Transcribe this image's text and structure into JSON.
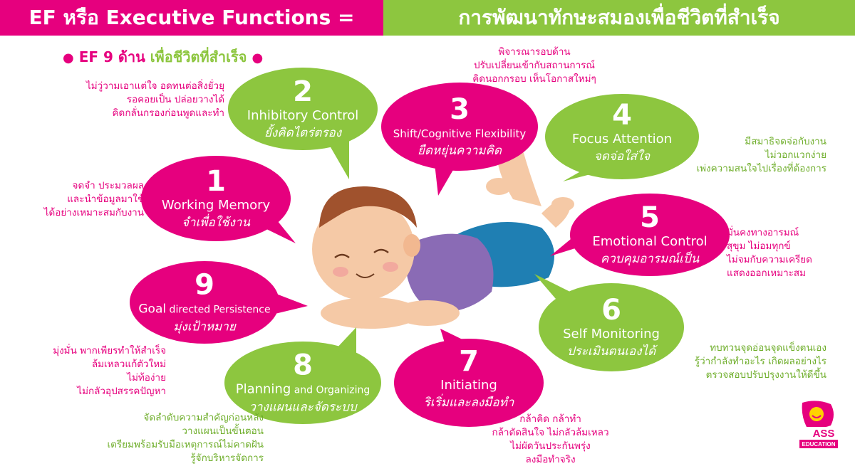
{
  "header": {
    "left_title": "EF หรือ Executive Functions =",
    "right_title": "การพัฒนาทักษะสมองเพื่อชีวิตที่สำเร็จ"
  },
  "subtitle": {
    "part1": "EF 9 ด้าน",
    "part2": "เพื่อชีวิตที่สำเร็จ"
  },
  "colors": {
    "pink": "#e6007e",
    "green": "#8dc63f"
  },
  "bubbles": [
    {
      "num": "1",
      "en": "Working Memory",
      "th": "จำเพื่อใช้งาน",
      "color": "pink"
    },
    {
      "num": "2",
      "en": "Inhibitory Control",
      "th": "ยั้งคิดไตร่ตรอง",
      "color": "green"
    },
    {
      "num": "3",
      "en": "Shift/Cognitive Flexibility",
      "th": "ยืดหยุ่นความคิด",
      "color": "pink"
    },
    {
      "num": "4",
      "en": "Focus Attention",
      "th": "จดจ่อใส่ใจ",
      "color": "green"
    },
    {
      "num": "5",
      "en": "Emotional Control",
      "th": "ควบคุมอารมณ์เป็น",
      "color": "pink"
    },
    {
      "num": "6",
      "en": "Self Monitoring",
      "th": "ประเมินตนเองได้",
      "color": "green"
    },
    {
      "num": "7",
      "en": "Initiating",
      "th": "ริเริ่มและลงมือทำ",
      "color": "pink"
    },
    {
      "num": "8",
      "en_a": "Planning",
      "en_b": " and Organizing",
      "th": "วางแผนและจัดระบบ",
      "color": "green"
    },
    {
      "num": "9",
      "en_a": "Goal",
      "en_b": "  directed Persistence",
      "th": "มุ่งเป้าหมาย",
      "color": "pink"
    }
  ],
  "descriptions": {
    "d1": [
      "จดจำ ประมวลผล",
      "และนำข้อมูลมาใช้",
      "ได้อย่างเหมาะสมกับงาน"
    ],
    "d2": [
      "ไม่วู่วามเอาแต่ใจ อดทนต่อสิ่งยั่วยุ",
      "รอคอยเป็น ปล่อยวางได้",
      "คิดกลั่นกรองก่อนพูดและทำ"
    ],
    "d3": [
      "พิจารณารอบด้าน",
      "ปรับเปลี่ยนเข้ากับสถานการณ์",
      "คิดนอกกรอบ เห็นโอกาสใหม่ๆ"
    ],
    "d4": [
      "มีสมาธิจดจ่อกับงาน",
      "ไม่วอกแวกง่าย",
      "เพ่งความสนใจไปเรื่องที่ต้องการ"
    ],
    "d5": [
      "มั่นคงทางอารมณ์",
      "สุขุม ไม่อมทุกข์",
      "ไม่จมกับความเครียด",
      "แสดงออกเหมาะสม"
    ],
    "d6": [
      "ทบทวนจุดอ่อนจุดแข็งตนเอง",
      "รู้ว่ากำลังทำอะไร เกิดผลอย่างไร",
      "ตรวจสอบปรับปรุงงานให้ดีขึ้น"
    ],
    "d7": [
      "กล้าคิด กล้าทำ",
      "กล้าตัดสินใจ ไม่กลัวล้มเหลว",
      "ไม่ผัดวันประกันพรุ่ง",
      "ลงมือทำจริง"
    ],
    "d8": [
      "จัดลำดับความสำคัญก่อนหลัง",
      "วางแผนเป็นขั้นตอน",
      "เตรียมพร้อมรับมือเหตุการณ์ไม่คาดฝัน",
      "รู้จักบริหารจัดการ"
    ],
    "d9": [
      "มุ่งมั่น พากเพียรทำให้สำเร็จ",
      "ล้มเหลวแก้ตัวใหม่",
      "ไม่ท้อง่าย",
      "ไม่กลัวอุปสรรคปัญหา"
    ]
  },
  "logo": {
    "text_main": "ASS",
    "text_sub": "EDUCATION"
  }
}
